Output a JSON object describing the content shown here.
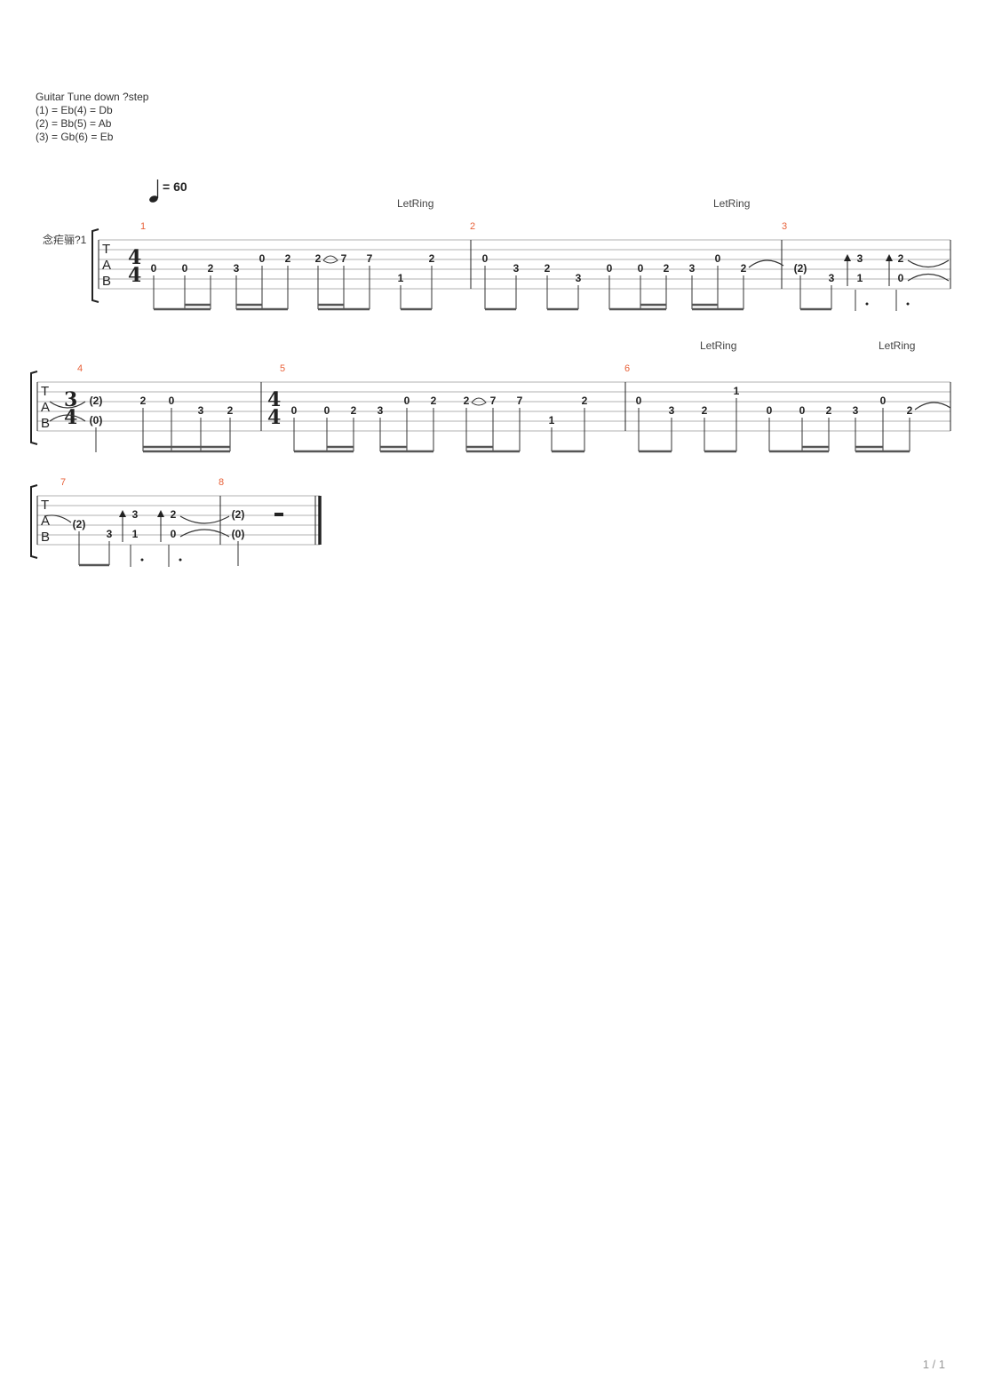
{
  "tuning": {
    "title": "Guitar Tune down ?step",
    "lines": [
      "(1) = Eb(4) = Db",
      "(2) = Bb(5) = Ab",
      "(3) = Gb(6) = Eb"
    ]
  },
  "tempo": {
    "value": "= 60"
  },
  "track_name": "念疟骊?1",
  "tab_clef": [
    "T",
    "A",
    "B"
  ],
  "let_ring_label": "LetRing",
  "page_number": "1 / 1",
  "measures": [
    {
      "number": "1",
      "time_sig": [
        "4",
        "4"
      ],
      "notes": [
        {
          "s": 4,
          "f": "0"
        },
        {
          "s": 4,
          "f": "0"
        },
        {
          "s": 4,
          "f": "2"
        },
        {
          "s": 4,
          "f": "3"
        },
        {
          "s": 3,
          "f": "0"
        },
        {
          "s": 3,
          "f": "2"
        },
        {
          "s": 3,
          "f": "2"
        },
        {
          "s": 3,
          "f": "7"
        },
        {
          "s": 3,
          "f": "7"
        },
        {
          "s": 5,
          "f": "1"
        },
        {
          "s": 3,
          "f": "2"
        }
      ]
    },
    {
      "number": "2",
      "notes": [
        {
          "s": 3,
          "f": "0"
        },
        {
          "s": 4,
          "f": "3"
        },
        {
          "s": 4,
          "f": "2"
        },
        {
          "s": 5,
          "f": "3"
        },
        {
          "s": 4,
          "f": "0"
        },
        {
          "s": 4,
          "f": "0"
        },
        {
          "s": 4,
          "f": "2"
        },
        {
          "s": 4,
          "f": "3"
        },
        {
          "s": 3,
          "f": "0"
        },
        {
          "s": 4,
          "f": "2"
        }
      ]
    },
    {
      "number": "3",
      "notes": [
        {
          "s": 4,
          "f": "(2)"
        },
        {
          "s": 5,
          "f": "3"
        },
        {
          "s": 3,
          "f": "3"
        },
        {
          "s": 5,
          "f": "1"
        },
        {
          "s": 3,
          "f": "2"
        },
        {
          "s": 5,
          "f": "0"
        }
      ]
    },
    {
      "number": "4",
      "time_sig": [
        "3",
        "4"
      ],
      "notes": [
        {
          "s": 3,
          "f": "(2)"
        },
        {
          "s": 5,
          "f": "(0)"
        },
        {
          "s": 3,
          "f": "2"
        },
        {
          "s": 3,
          "f": "0"
        },
        {
          "s": 4,
          "f": "3"
        },
        {
          "s": 4,
          "f": "2"
        }
      ]
    },
    {
      "number": "5",
      "time_sig": [
        "4",
        "4"
      ],
      "notes": [
        {
          "s": 4,
          "f": "0"
        },
        {
          "s": 4,
          "f": "0"
        },
        {
          "s": 4,
          "f": "2"
        },
        {
          "s": 4,
          "f": "3"
        },
        {
          "s": 3,
          "f": "0"
        },
        {
          "s": 3,
          "f": "2"
        },
        {
          "s": 3,
          "f": "2"
        },
        {
          "s": 3,
          "f": "7"
        },
        {
          "s": 3,
          "f": "7"
        },
        {
          "s": 5,
          "f": "1"
        },
        {
          "s": 3,
          "f": "2"
        }
      ]
    },
    {
      "number": "6",
      "notes": [
        {
          "s": 3,
          "f": "0"
        },
        {
          "s": 4,
          "f": "3"
        },
        {
          "s": 4,
          "f": "2"
        },
        {
          "s": 2,
          "f": "1"
        },
        {
          "s": 4,
          "f": "0"
        },
        {
          "s": 4,
          "f": "0"
        },
        {
          "s": 4,
          "f": "2"
        },
        {
          "s": 4,
          "f": "3"
        },
        {
          "s": 3,
          "f": "0"
        },
        {
          "s": 4,
          "f": "2"
        }
      ]
    },
    {
      "number": "7",
      "notes": [
        {
          "s": 4,
          "f": "(2)"
        },
        {
          "s": 5,
          "f": "3"
        },
        {
          "s": 3,
          "f": "3"
        },
        {
          "s": 5,
          "f": "1"
        },
        {
          "s": 3,
          "f": "2"
        },
        {
          "s": 5,
          "f": "0"
        }
      ]
    },
    {
      "number": "8",
      "notes": [
        {
          "s": 3,
          "f": "(2)"
        },
        {
          "s": 5,
          "f": "(0)"
        }
      ]
    }
  ]
}
